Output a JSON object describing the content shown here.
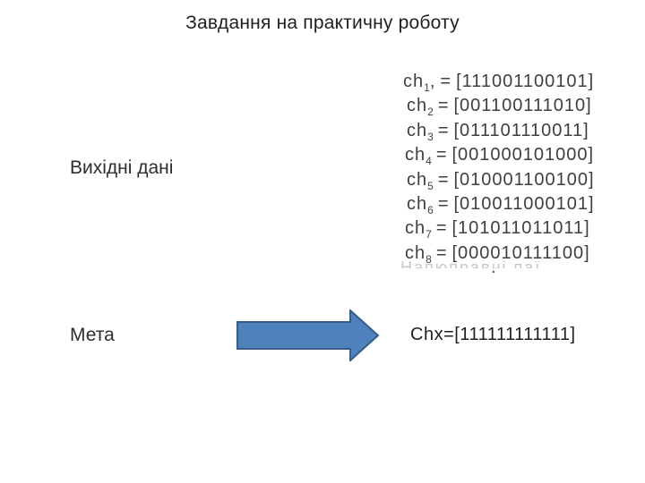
{
  "title": "Завдання на практичну роботу",
  "labels": {
    "initial_data": "Вихідні дані",
    "goal": "Мета"
  },
  "equations": {
    "eq_sign": "=",
    "rows": [
      {
        "name": "ch",
        "sub": "1",
        "comma": ",",
        "value": "[111001100101]"
      },
      {
        "name": "ch",
        "sub": "2",
        "comma": "",
        "value": "[001100111010]"
      },
      {
        "name": "ch",
        "sub": "3",
        "comma": "",
        "value": "[011101110011]"
      },
      {
        "name": "ch",
        "sub": "4",
        "comma": "",
        "value": "[001000101000]"
      },
      {
        "name": "ch",
        "sub": "5",
        "comma": "",
        "value": "[010001100100]"
      },
      {
        "name": "ch",
        "sub": "6",
        "comma": "",
        "value": "[010011000101]"
      },
      {
        "name": "ch",
        "sub": "7",
        "comma": "",
        "value": "[101011011011]"
      },
      {
        "name": "ch",
        "sub": "8",
        "comma": "",
        "value": "[000010111100]"
      }
    ],
    "top_crop_artifact": "· – ·  · –",
    "bottom_dot_artifact": ".",
    "bottom_crop_artifact": "Напюправні паї"
  },
  "result": {
    "text": "Chx=[111111111111]"
  },
  "arrow": {
    "fill": "#4f81bd",
    "stroke": "#385d8a"
  }
}
